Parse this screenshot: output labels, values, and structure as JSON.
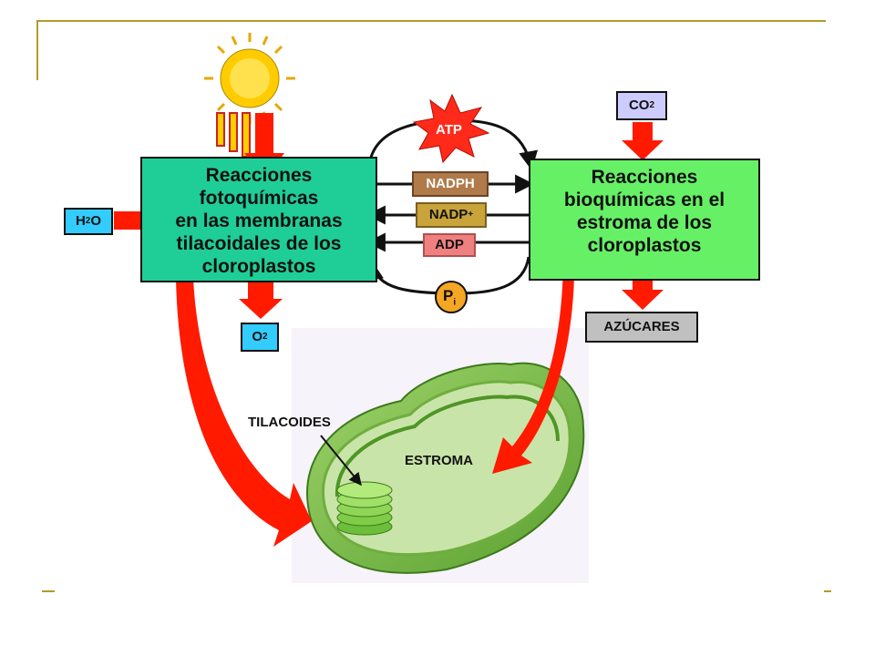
{
  "diagram": {
    "light_reactions": {
      "lines": [
        "Reacciones",
        "fotoquímicas",
        "en las membranas",
        "tilacoidales de los",
        "cloroplastos"
      ]
    },
    "dark_reactions": {
      "lines": [
        "Reacciones",
        "bioquímicas en el",
        "estroma de los",
        "cloroplastos"
      ]
    },
    "inputs": {
      "h2o": {
        "base": "H",
        "sub": "2",
        "tail": "O"
      },
      "co2": {
        "base": "CO",
        "sub": "2"
      }
    },
    "outputs": {
      "o2": {
        "base": "O",
        "sub": "2"
      },
      "sugars": "AZÚCARES"
    },
    "carriers": {
      "atp": "ATP",
      "nadph": "NADPH",
      "nadp": {
        "base": "NADP",
        "sup": "+"
      },
      "adp": "ADP",
      "pi": {
        "base": "P",
        "sub": "i"
      }
    },
    "chloroplast_labels": {
      "tilacoides": "TILACOIDES",
      "estroma": "ESTROMA"
    }
  },
  "colors": {
    "light_box": "#1fce96",
    "dark_box": "#66f066",
    "h2o_box": "#33ccff",
    "co2_box": "#ccccff",
    "o2_box": "#33ccff",
    "sugars_box": "#c0c0c0",
    "nadph_box": "#b07a4a",
    "nadp_box": "#c9a43a",
    "adp_box": "#f08080",
    "atp_star": "#ff2a1a",
    "pi_circle": "#f5a623",
    "arrow_red": "#ff1a00",
    "frame": "#b59a2a"
  }
}
